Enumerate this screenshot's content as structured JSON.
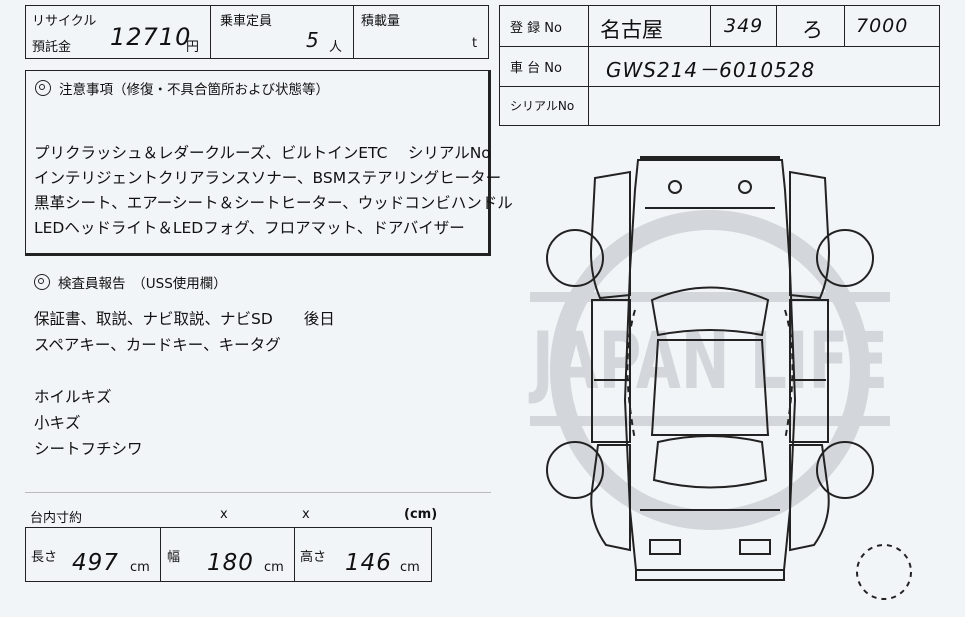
{
  "recycle": {
    "label_1": "リサイクル",
    "label_2": "預託金",
    "value": "12710",
    "unit": "円"
  },
  "capacity": {
    "label": "乗車定員",
    "value": "5",
    "unit": "人"
  },
  "load": {
    "label": "積載量",
    "value": "",
    "unit": "t"
  },
  "registration": {
    "reg_label": "登 録 No",
    "reg_area": "名古屋",
    "reg_class": "349",
    "reg_kana": "ろ",
    "reg_number": "7000",
    "chassis_label": "車 台 No",
    "chassis_value": "GWS214－6010528",
    "serial_label": "シリアルNo",
    "serial_value": ""
  },
  "notes": {
    "header": "注意事項（修復・不具合箇所および状態等）",
    "lines": [
      "プリクラッシュ＆レダークルーズ、ビルトインETC　 シリアルNo",
      "インテリジェントクリアランスソナー、BSMステアリングヒーター",
      "黒革シート、エアーシート＆シートヒーター、ウッドコンビハンドル",
      "LEDヘッドライト＆LEDフォグ、フロアマット、ドアバイザー"
    ]
  },
  "inspection": {
    "header": "検査員報告　（USS使用欄）",
    "lines": [
      "保証書、取説、ナビ取説、ナビSD　　後日",
      "スペアキー、カードキー、キータグ",
      "",
      "ホイルキズ",
      "小キズ",
      "シートフチシワ"
    ]
  },
  "dimensions": {
    "header": "台内寸約",
    "x1": "x",
    "x2": "x",
    "unit_header": "(cm)",
    "length_label": "長さ",
    "length_value": "497",
    "length_unit": "cm",
    "width_label": "幅",
    "width_value": "180",
    "width_unit": "cm",
    "height_label": "高さ",
    "height_value": "146",
    "height_unit": "cm"
  },
  "watermark": "JAPAN LIFE",
  "colors": {
    "background": "#f2f5f8",
    "line": "#222222",
    "watermark": "#d3d6da"
  }
}
